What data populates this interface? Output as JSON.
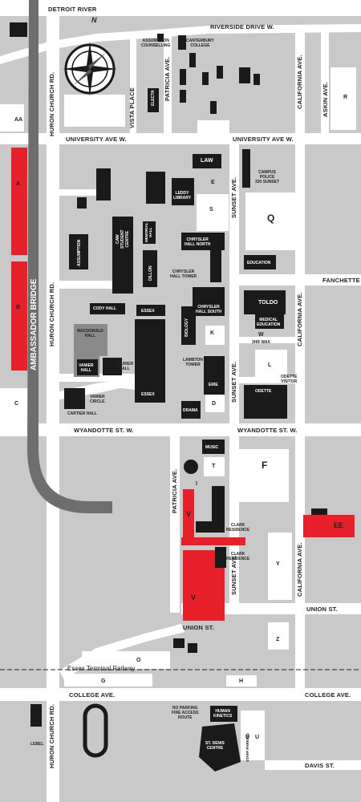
{
  "streets": {
    "detroit_river": "DETROIT RIVER",
    "riverside": "RIVERSIDE DRIVE W.",
    "university_w_left": "UNIVERSITY AVE W.",
    "university_w_right": "UNIVERSITY AVE W.",
    "fanchette": "FANCHETTE",
    "wyandotte_left": "WYANDOTTE ST. W.",
    "wyandotte_right": "WYANDOTTE ST. W.",
    "union_left": "UNION ST.",
    "union_right": "UNION ST.",
    "college_left": "COLLEGE AVE.",
    "college_right": "COLLEGE AVE.",
    "davis": "DAVIS ST.",
    "huron_top": "HURON CHURCH RD.",
    "huron_mid": "HURON CHURCH RD.",
    "huron_bottom": "HURON CHURCH RD.",
    "vista": "VISTA PLACE",
    "patricia_top": "PATRICIA AVE.",
    "patricia_mid": "PATRICIA AVE.",
    "sunset_top": "SUNSET AVE.",
    "sunset_mid": "SUNSET AVE.",
    "sunset_low": "SUNSET AVE.",
    "california_top": "CALIFORNIA AVE.",
    "california_mid": "CALIFORNIA AVE.",
    "california_low": "CALIFORNIA AVE.",
    "askin": "ASKIN AVE.",
    "bridge": "AMBASSADOR BRIDGE",
    "railway": "Essex Terminal Railway"
  },
  "compass_letter": "N",
  "buildings": {
    "assumption_counselling": "ASSUMPTION\nCOUNSELLING",
    "canterbury": "CANTERBURY\nCOLLEGE",
    "electa": "ELECTA",
    "law": "LAW",
    "campus_police": "CAMPUS\nPOLICE\n320 SUNSET",
    "e": "E",
    "leddy": "LEDDY\nLIBRARY",
    "s": "S",
    "q": "Q",
    "assumption": "ASSUMPTION",
    "caw": "CAW\nSTUDENT\nCENTRE",
    "memorial": "MEMORIAL\nHALL",
    "dillon": "DILLON",
    "chrysler_north": "CHRYSLER\nHALL NORTH",
    "chrysler_tower": "CHRYSLER\nHALL TOWER",
    "chrysler_south": "CHRYSLER\nHALL SOUTH",
    "education": "EDUCATION",
    "toldo": "TOLDO",
    "medical_education": "MEDICAL\nEDUCATION",
    "w": "W",
    "w_sub": "3HR WAX",
    "l": "L",
    "odette_visitor": "ODETTE\nVISITOR",
    "odette": "ODETTE",
    "cody": "CODY HALL",
    "essex_small": "ESSEX",
    "biology": "BIOLOGY",
    "k": "K",
    "macdonald": "MACDONALD\nHALL",
    "vanier": "VANIER\nHALL",
    "laurier": "LAURIER\nHALL",
    "lambton": "LAMBTON\nTOWER",
    "erie": "ERIE",
    "essex": "ESSEX",
    "vanier_circle": "VANIER\nCIRCLE",
    "cartier": "CARTIER HALL",
    "drama": "DRAMA",
    "d": "D",
    "music": "MUSIC",
    "t": "T",
    "f": "F",
    "i": "I",
    "clark1": "CLARK\nRESIDENCE",
    "clark2": "CLARK\nRESIDENCE",
    "v1": "V",
    "v2": "V",
    "ee": "EE",
    "y": "Y",
    "z": "Z",
    "o": "O",
    "g": "G",
    "h": "H",
    "p": "P",
    "lebel": "LEBEL",
    "no_parking": "NO PARKING\nFIRE ACCESS\nROUTE",
    "human_kinetics": "HUMAN\nKINETICS",
    "st_denis": "ST. DENIS\nCENTRE",
    "u1": "U",
    "u2": "U",
    "staff_parking": "STAFF PARKING",
    "r": "R"
  },
  "lots": {
    "aa": "AA",
    "a": "A",
    "b": "B",
    "c": "C"
  },
  "colors": {
    "block": "#c9c9c9",
    "road": "#ffffff",
    "building": "#1a1a1a",
    "building_grey": "#8a8a8a",
    "highlight": "#e8202a",
    "bridge": "#6e6e6e"
  }
}
